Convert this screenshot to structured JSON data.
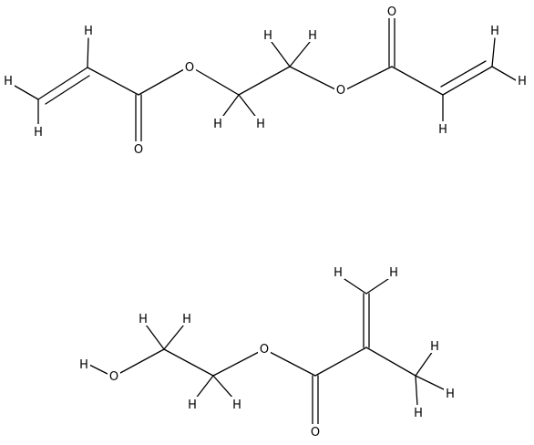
{
  "molecules": [
    {
      "atoms": [
        {
          "label": "H"
        },
        {
          "label": "H"
        },
        {
          "label": "H"
        },
        {
          "label": "O"
        },
        {
          "label": "O"
        },
        {
          "label": "H"
        },
        {
          "label": "H"
        },
        {
          "label": "H"
        },
        {
          "label": "H"
        },
        {
          "label": "O"
        },
        {
          "label": "O"
        },
        {
          "label": "H"
        },
        {
          "label": "H"
        },
        {
          "label": "H"
        }
      ]
    },
    {
      "atoms": [
        {
          "label": "H"
        },
        {
          "label": "O"
        },
        {
          "label": "H"
        },
        {
          "label": "H"
        },
        {
          "label": "H"
        },
        {
          "label": "H"
        },
        {
          "label": "O"
        },
        {
          "label": "O"
        },
        {
          "label": "H"
        },
        {
          "label": "H"
        },
        {
          "label": "H"
        },
        {
          "label": "H"
        },
        {
          "label": "H"
        }
      ]
    }
  ]
}
